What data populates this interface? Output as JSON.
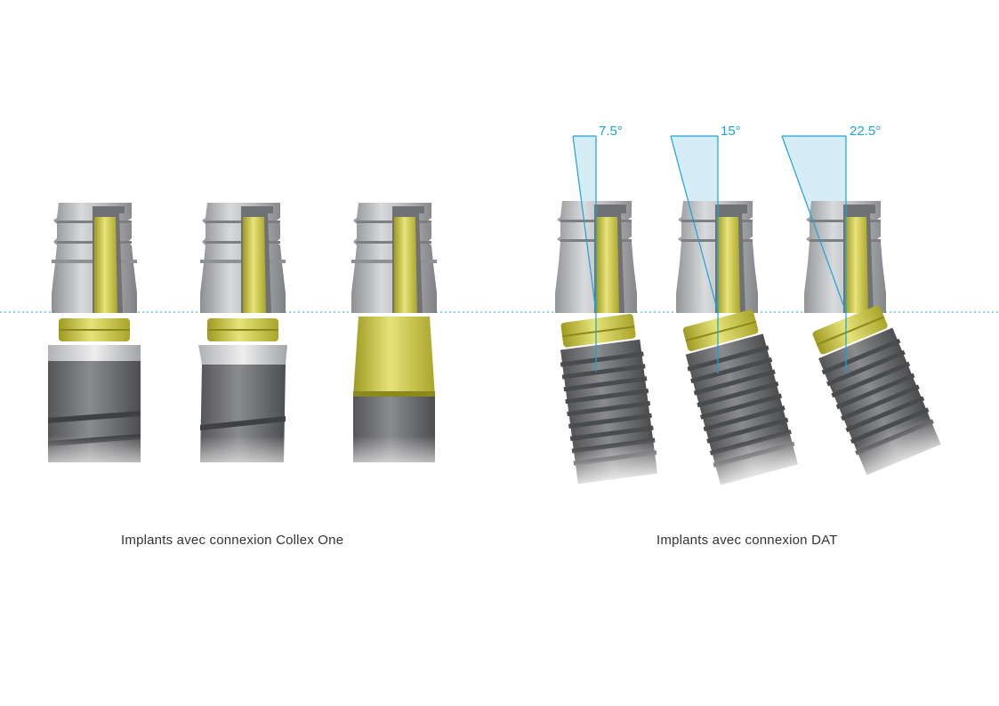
{
  "captions": {
    "collex_one": "Implants avec connexion Collex One",
    "dat": "Implants avec connexion DAT"
  },
  "angles": [
    {
      "label": "7.5°",
      "degrees": 7.5
    },
    {
      "label": "15°",
      "degrees": 15
    },
    {
      "label": "22.5°",
      "degrees": 22.5
    }
  ],
  "colors": {
    "accent_blue": "#1aa3d6",
    "angle_fill": "#cfeaf6",
    "metal_gray": "#a9abae",
    "gold": "#c9c542",
    "implant_dark": "#6b6c6e"
  }
}
